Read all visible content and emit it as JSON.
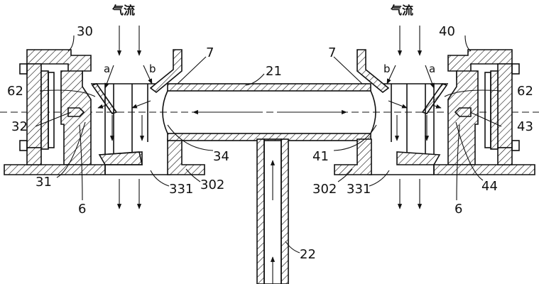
{
  "airflow_label_left": "气流",
  "airflow_label_right": "气流",
  "parts": {
    "p30": "30",
    "p40": "40",
    "p7_left": "7",
    "p7_right": "7",
    "p21": "21",
    "p62_left": "62",
    "p62_right": "62",
    "p32": "32",
    "p43": "43",
    "p31": "31",
    "p6_left": "6",
    "p6_right": "6",
    "p34": "34",
    "p41": "41",
    "p44": "44",
    "p302_left": "302",
    "p302_right": "302",
    "p331_left": "331",
    "p331_right": "331",
    "p22": "22"
  },
  "flow_marks": {
    "a_left": "a",
    "b_left": "b",
    "a_right": "a",
    "b_right": "b"
  }
}
